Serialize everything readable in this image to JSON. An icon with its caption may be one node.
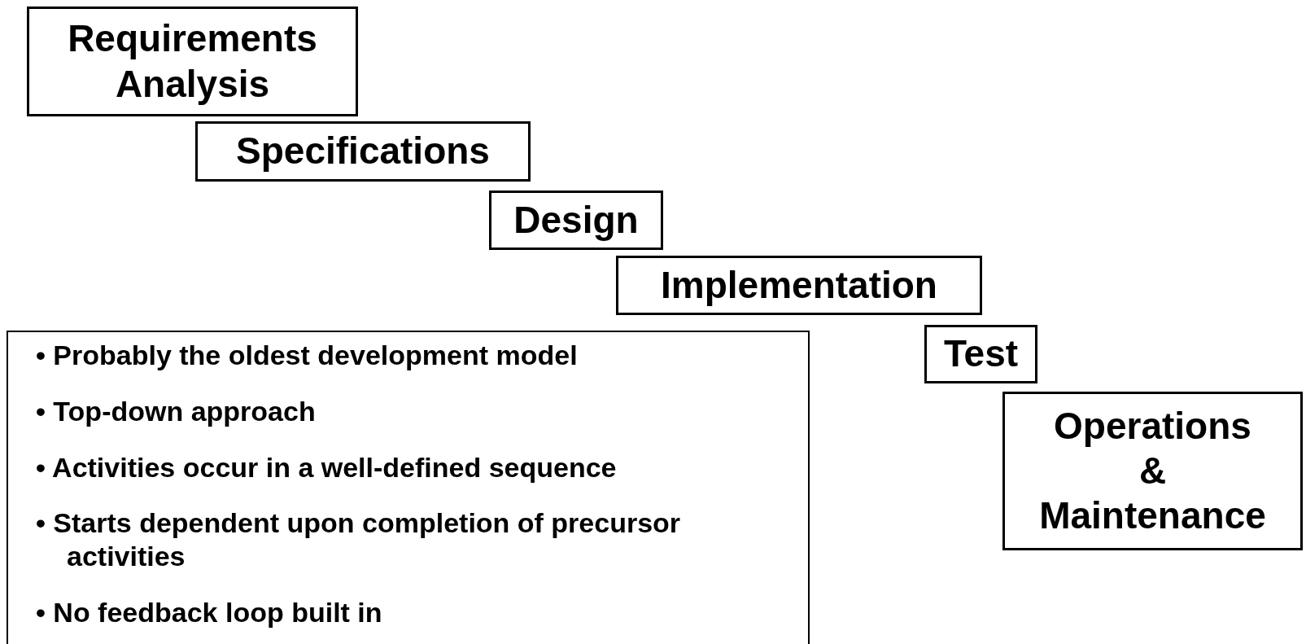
{
  "diagram": {
    "nodes": [
      {
        "text": [
          "Requirements Analysis"
        ]
      },
      {
        "text": [
          "Specifications"
        ]
      },
      {
        "text": [
          "Design"
        ]
      },
      {
        "text": [
          "Implementation"
        ]
      },
      {
        "text": [
          "Test"
        ]
      },
      {
        "text": [
          "Operations & Maintenance"
        ]
      },
      {
        "text": [
          "• Probably the oldest development model",
          "• Top-down approach",
          "• Activities occur in a well-defined sequence",
          "• Starts dependent upon completion of precursor activities",
          "• No feedback loop built in"
        ]
      }
    ]
  }
}
